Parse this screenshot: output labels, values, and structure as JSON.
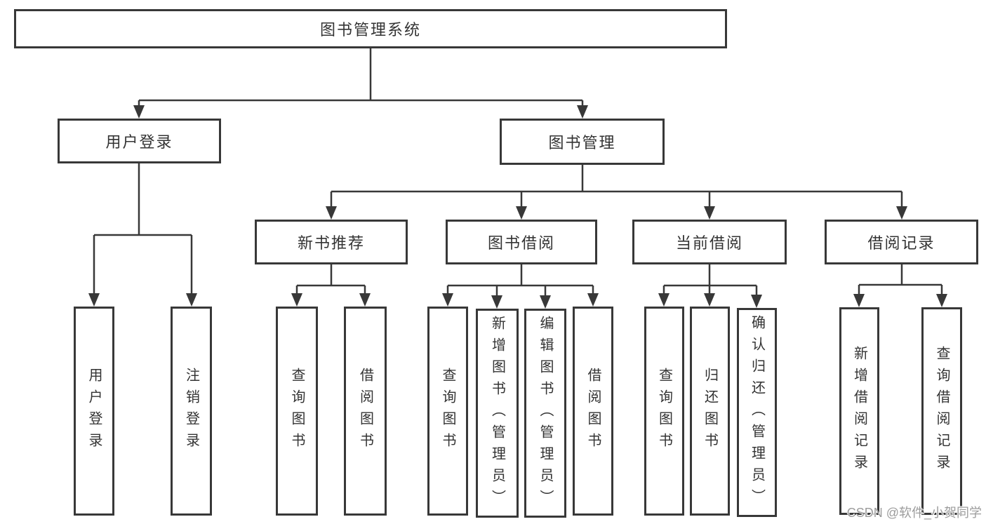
{
  "diagram": {
    "root": "图书管理系统",
    "level2": {
      "user_login": "用户登录",
      "book_mgmt": "图书管理"
    },
    "level3": {
      "new_book": "新书推荐",
      "book_borrow": "图书借阅",
      "current_borrow": "当前借阅",
      "borrow_record": "借阅记录"
    },
    "leaves": {
      "user_login": "用户登录",
      "logout": "注销登录",
      "nb_query": "查询图书",
      "nb_borrow": "借阅图书",
      "bb_query": "查询图书",
      "bb_add": "新增图书（管理员）",
      "bb_edit": "编辑图书（管理员）",
      "bb_borrow": "借阅图书",
      "cb_query": "查询图书",
      "cb_return": "归还图书",
      "cb_confirm": "确认归还（管理员）",
      "br_add": "新增借阅记录",
      "br_query": "查询借阅记录"
    }
  },
  "watermark": "CSDN @软件_小贺同学",
  "colors": {
    "line": "#383838",
    "text": "#333333",
    "watermark": "#9c9c9c",
    "background": "#ffffff"
  }
}
